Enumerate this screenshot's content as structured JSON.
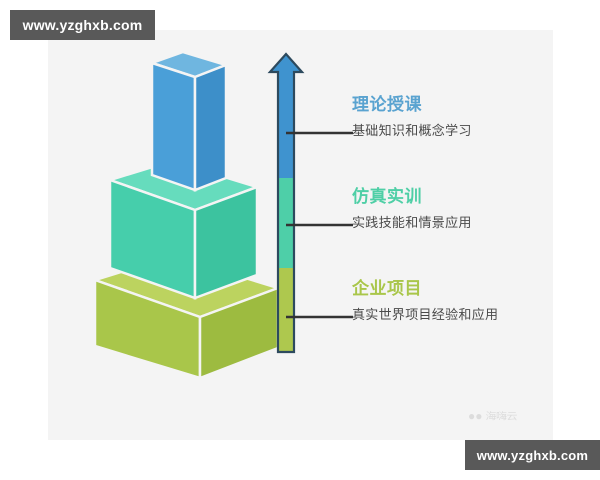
{
  "watermarks": {
    "top_url": "www.yzghxb.com",
    "bottom_url": "www.yzghxb.com",
    "baidu_paw": "··",
    "baidu_text": "海嗨云"
  },
  "diagram": {
    "type": "3-level-pyramid-with-progress-arrow",
    "background_color": "#f4f4f4",
    "levels": [
      {
        "index": 0,
        "title": "理论授课",
        "subtitle": "基础知识和概念学习",
        "title_color": "#5aa3d0",
        "block_color": "#4a9fd8",
        "block_color_dark": "#3d8fc9",
        "block_color_top": "#6fb6e0",
        "arrow_segment_color": "#3f93cf"
      },
      {
        "index": 1,
        "title": "仿真实训",
        "subtitle": "实践技能和情景应用",
        "title_color": "#4fcfa6",
        "block_color": "#46ceab",
        "block_color_dark": "#3cc39f",
        "block_color_top": "#66dcbd",
        "arrow_segment_color": "#4ecfa8"
      },
      {
        "index": 2,
        "title": "企业项目",
        "subtitle": "真实世界项目经验和应用",
        "title_color": "#a9c64a",
        "block_color": "#a9c64a",
        "block_color_dark": "#9dbb40",
        "block_color_top": "#bcd35f",
        "arrow_segment_color": "#aec84e"
      }
    ],
    "arrow": {
      "direction": "up",
      "outline_color": "#2d4a5e",
      "connector_color": "#333333"
    }
  }
}
